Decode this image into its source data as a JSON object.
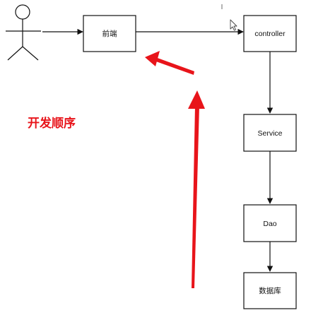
{
  "diagram": {
    "nodes": {
      "frontend": {
        "label": "前端"
      },
      "controller": {
        "label": "controller"
      },
      "service": {
        "label": "Service"
      },
      "dao": {
        "label": "Dao"
      },
      "database": {
        "label": "数据库"
      }
    },
    "annotation": {
      "text": "开发顺序"
    },
    "colors": {
      "stroke": "#111111",
      "annotation": "#e8141a",
      "background": "#ffffff"
    },
    "icons": [
      "actor-icon",
      "mouse-cursor-icon"
    ]
  }
}
